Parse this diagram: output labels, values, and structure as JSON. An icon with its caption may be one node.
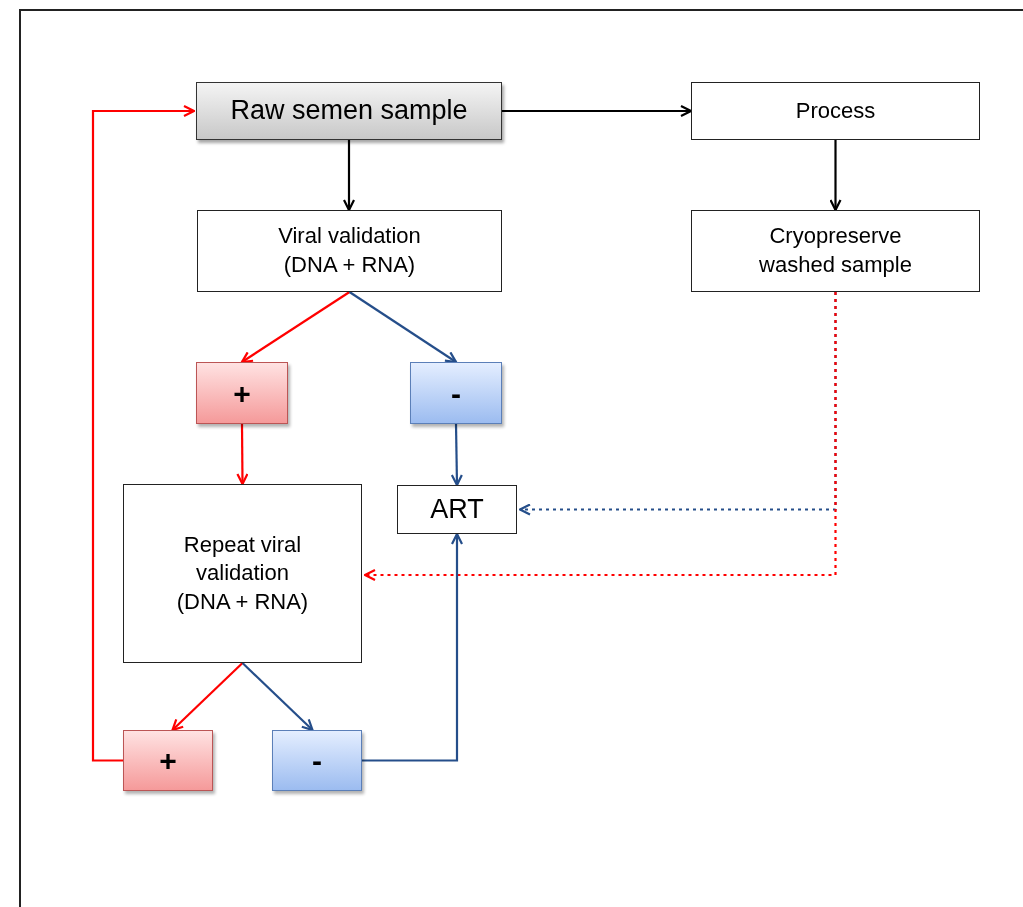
{
  "diagram": {
    "nodes": [
      {
        "text": [
          "Raw semen sample"
        ]
      },
      {
        "text": [
          "Process"
        ]
      },
      {
        "text": [
          "Viral validation (DNA + RNA)"
        ]
      },
      {
        "text": [
          "Cryopreserve washed sample"
        ]
      },
      {
        "text": [
          "+"
        ]
      },
      {
        "text": [
          "-"
        ]
      },
      {
        "text": [
          "ART"
        ]
      },
      {
        "text": [
          "Repeat viral validation (DNA + RNA)"
        ]
      },
      {
        "text": [
          "+"
        ]
      },
      {
        "text": [
          "-"
        ]
      }
    ],
    "edges": [
      {
        "from": 0,
        "to": 1,
        "arrow": "to",
        "color": "#000000"
      },
      {
        "from": 0,
        "to": 2,
        "arrow": "to",
        "color": "#000000"
      },
      {
        "from": 1,
        "to": 3,
        "arrow": "to",
        "color": "#000000"
      },
      {
        "from": 2,
        "to": 4,
        "arrow": "to",
        "color": "#ff0000"
      },
      {
        "from": 2,
        "to": 5,
        "arrow": "to",
        "color": "#254e8a"
      },
      {
        "from": 4,
        "to": 7,
        "arrow": "to",
        "color": "#ff0000"
      },
      {
        "from": 5,
        "to": 6,
        "arrow": "to",
        "color": "#254e8a"
      },
      {
        "from": 3,
        "to": 6,
        "arrow": "to",
        "style": "dashed",
        "color": "#254e8a"
      },
      {
        "from": 3,
        "to": 7,
        "arrow": "to",
        "style": "dashed",
        "color": "#ff0000"
      },
      {
        "from": 7,
        "to": 8,
        "arrow": "to",
        "color": "#ff0000"
      },
      {
        "from": 7,
        "to": 9,
        "arrow": "to",
        "color": "#254e8a"
      },
      {
        "from": 9,
        "to": 6,
        "arrow": "to",
        "color": "#254e8a"
      },
      {
        "from": 8,
        "to": 0,
        "arrow": "to",
        "color": "#ff0000"
      }
    ]
  }
}
